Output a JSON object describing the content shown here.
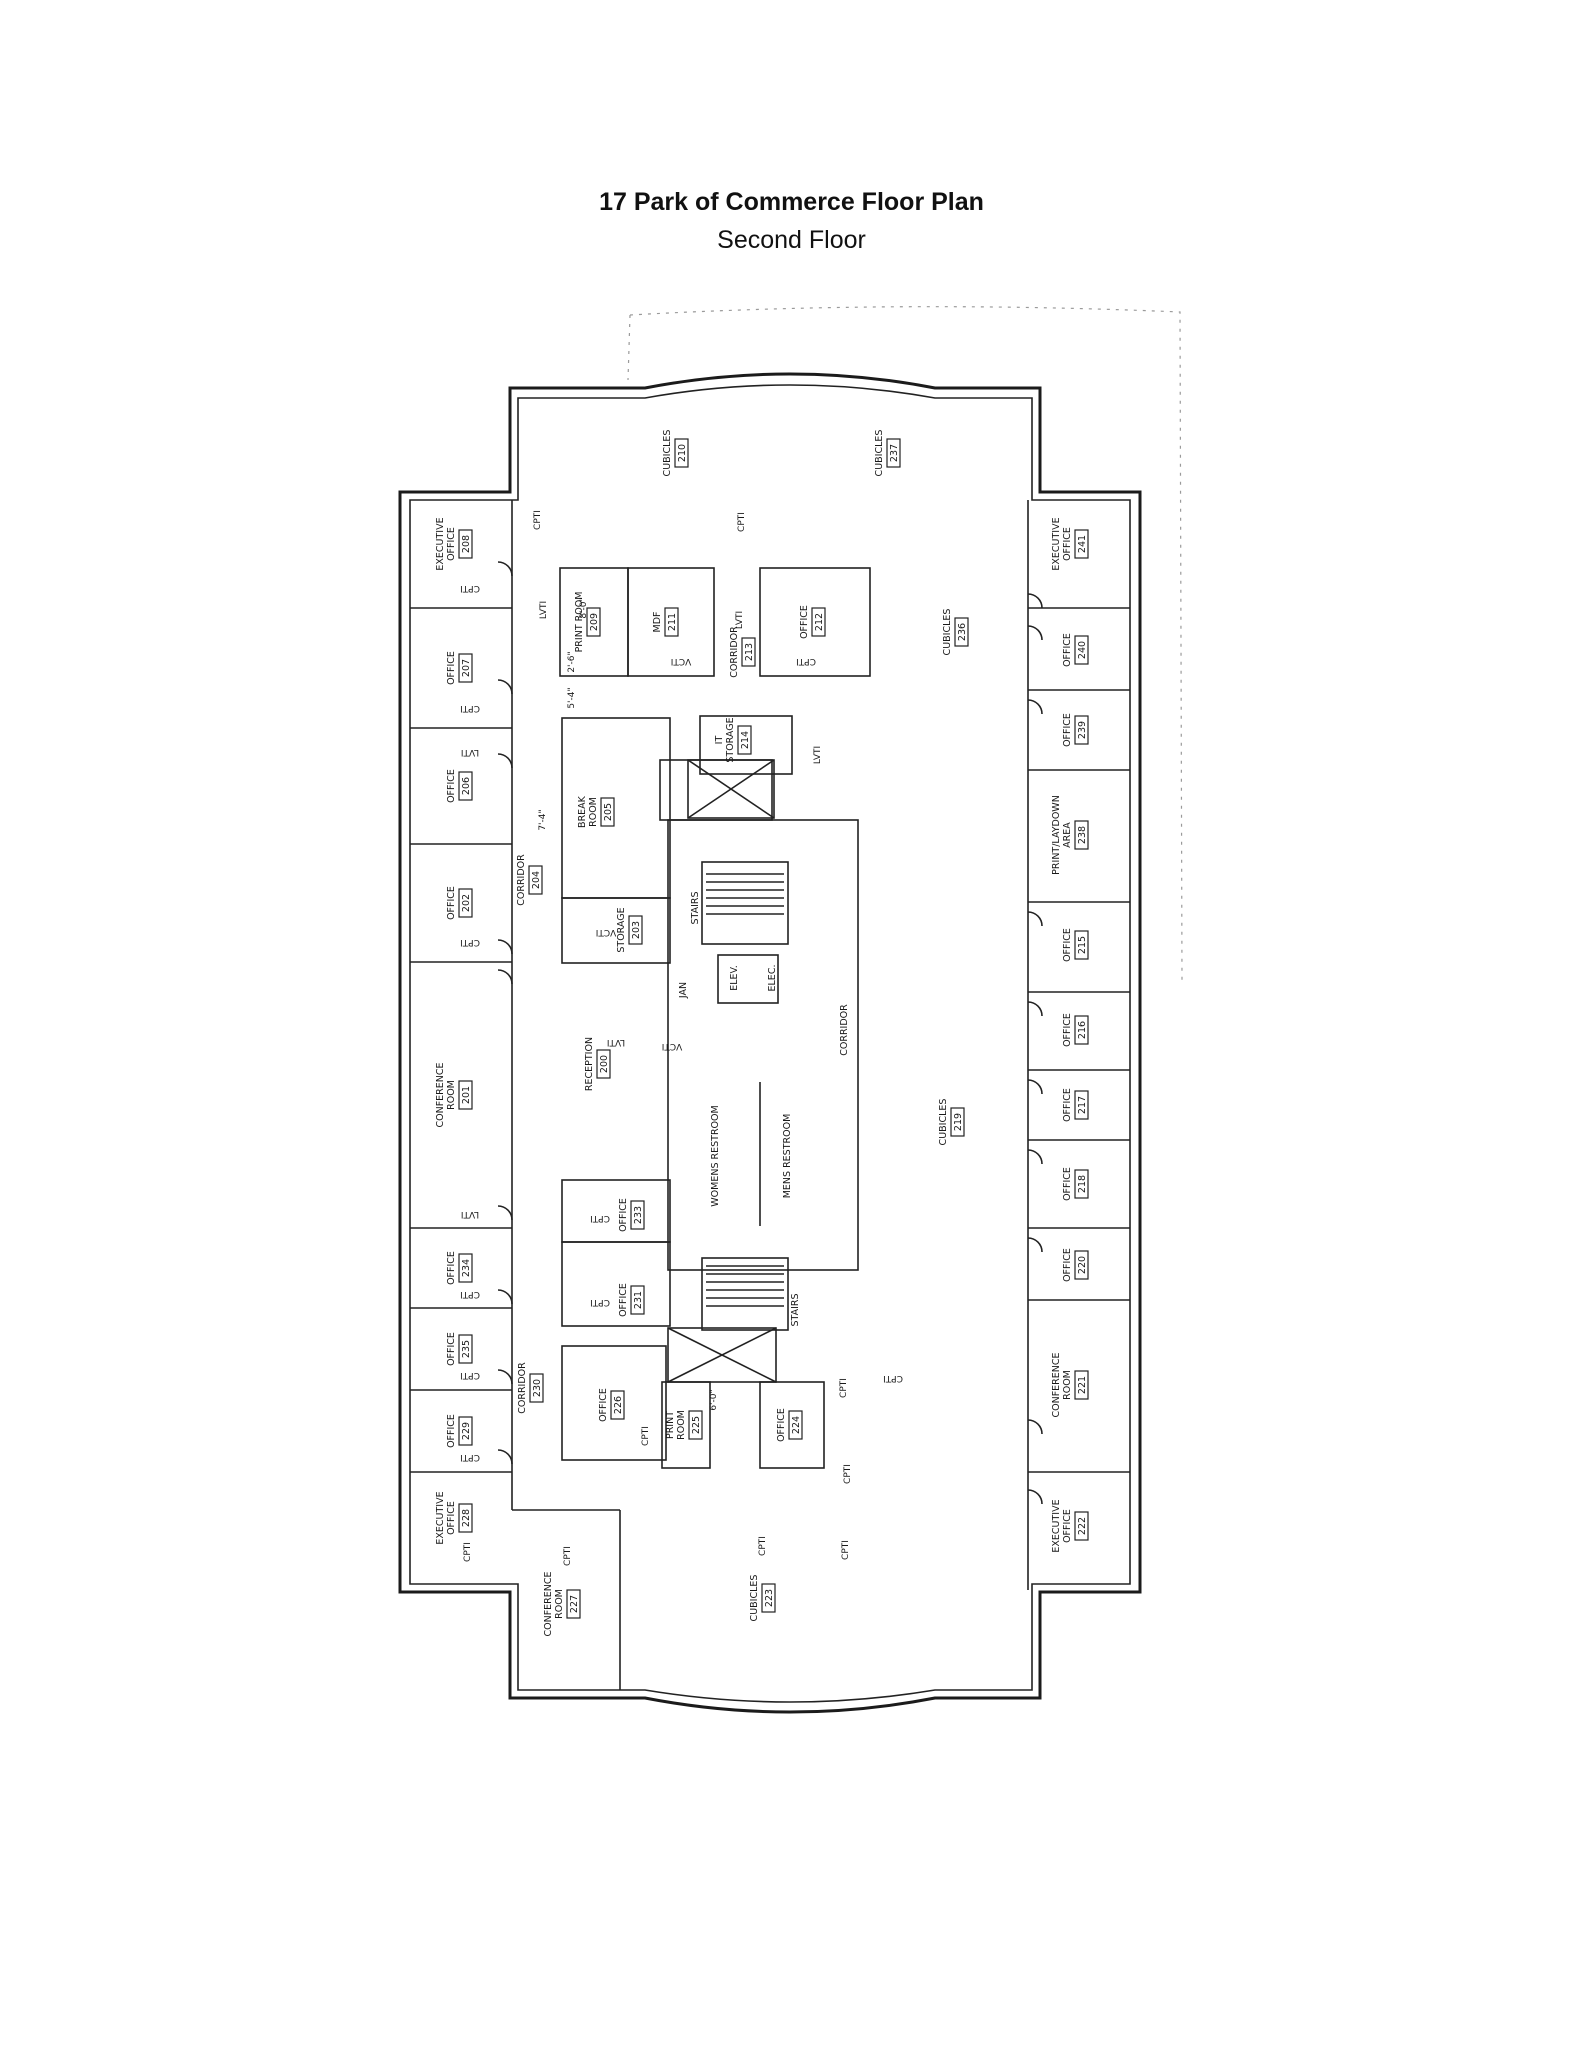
{
  "header": {
    "title": "17 Park of Commerce Floor Plan",
    "subtitle": "Second Floor"
  },
  "rooms": [
    {
      "id": "r210",
      "lines": [
        "CUBICLES"
      ],
      "num": "210"
    },
    {
      "id": "r237",
      "lines": [
        "CUBICLES"
      ],
      "num": "237"
    },
    {
      "id": "r208",
      "lines": [
        "EXECUTIVE",
        "OFFICE"
      ],
      "num": "208"
    },
    {
      "id": "r207",
      "lines": [
        "OFFICE"
      ],
      "num": "207"
    },
    {
      "id": "r206",
      "lines": [
        "OFFICE"
      ],
      "num": "206"
    },
    {
      "id": "r202",
      "lines": [
        "OFFICE"
      ],
      "num": "202"
    },
    {
      "id": "r201",
      "lines": [
        "CONFERENCE",
        "ROOM"
      ],
      "num": "201"
    },
    {
      "id": "r234",
      "lines": [
        "OFFICE"
      ],
      "num": "234"
    },
    {
      "id": "r235",
      "lines": [
        "OFFICE"
      ],
      "num": "235"
    },
    {
      "id": "r229",
      "lines": [
        "OFFICE"
      ],
      "num": "229"
    },
    {
      "id": "r228",
      "lines": [
        "EXECUTIVE",
        "OFFICE"
      ],
      "num": "228"
    },
    {
      "id": "r227",
      "lines": [
        "CONFERENCE",
        "ROOM"
      ],
      "num": "227"
    },
    {
      "id": "r223",
      "lines": [
        "CUBICLES"
      ],
      "num": "223"
    },
    {
      "id": "r209",
      "lines": [
        "PRINT ROOM"
      ],
      "num": "209"
    },
    {
      "id": "r211",
      "lines": [
        "MDF"
      ],
      "num": "211"
    },
    {
      "id": "r213",
      "lines": [
        "CORRIDOR"
      ],
      "num": "213"
    },
    {
      "id": "r212",
      "lines": [
        "OFFICE"
      ],
      "num": "212"
    },
    {
      "id": "r214",
      "lines": [
        "IT",
        "STORAGE"
      ],
      "num": "214"
    },
    {
      "id": "r205",
      "lines": [
        "BREAK",
        "ROOM"
      ],
      "num": "205"
    },
    {
      "id": "r204",
      "lines": [
        "CORRIDOR"
      ],
      "num": "204"
    },
    {
      "id": "r203",
      "lines": [
        "STORAGE"
      ],
      "num": "203"
    },
    {
      "id": "r200",
      "lines": [
        "RECEPTION"
      ],
      "num": "200"
    },
    {
      "id": "r233",
      "lines": [
        "OFFICE"
      ],
      "num": "233"
    },
    {
      "id": "r231",
      "lines": [
        "OFFICE"
      ],
      "num": "231"
    },
    {
      "id": "r230",
      "lines": [
        "CORRIDOR"
      ],
      "num": "230"
    },
    {
      "id": "r226",
      "lines": [
        "OFFICE"
      ],
      "num": "226"
    },
    {
      "id": "r225",
      "lines": [
        "PRINT",
        "ROOM"
      ],
      "num": "225"
    },
    {
      "id": "r224",
      "lines": [
        "OFFICE"
      ],
      "num": "224"
    },
    {
      "id": "r236",
      "lines": [
        "CUBICLES"
      ],
      "num": "236"
    },
    {
      "id": "r241",
      "lines": [
        "EXECUTIVE",
        "OFFICE"
      ],
      "num": "241"
    },
    {
      "id": "r240",
      "lines": [
        "OFFICE"
      ],
      "num": "240"
    },
    {
      "id": "r239",
      "lines": [
        "OFFICE"
      ],
      "num": "239"
    },
    {
      "id": "r238",
      "lines": [
        "PRINT/LAYDOWN",
        "AREA"
      ],
      "num": "238"
    },
    {
      "id": "r215",
      "lines": [
        "OFFICE"
      ],
      "num": "215"
    },
    {
      "id": "r216",
      "lines": [
        "OFFICE"
      ],
      "num": "216"
    },
    {
      "id": "r217",
      "lines": [
        "OFFICE"
      ],
      "num": "217"
    },
    {
      "id": "r218",
      "lines": [
        "OFFICE"
      ],
      "num": "218"
    },
    {
      "id": "r219",
      "lines": [
        "CUBICLES"
      ],
      "num": "219"
    },
    {
      "id": "r220",
      "lines": [
        "OFFICE"
      ],
      "num": "220"
    },
    {
      "id": "r221",
      "lines": [
        "CONFERENCE",
        "ROOM"
      ],
      "num": "221"
    },
    {
      "id": "r222",
      "lines": [
        "EXECUTIVE",
        "OFFICE"
      ],
      "num": "222"
    }
  ],
  "core_labels": [
    {
      "id": "stairs-top",
      "text": "STAIRS"
    },
    {
      "id": "elev",
      "text": "ELEV."
    },
    {
      "id": "elec",
      "text": "ELEC."
    },
    {
      "id": "jan",
      "text": "JAN"
    },
    {
      "id": "core-corridor",
      "text": "CORRIDOR"
    },
    {
      "id": "womens",
      "text": "WOMENS RESTROOM"
    },
    {
      "id": "mens",
      "text": "MENS RESTROOM"
    },
    {
      "id": "stairs-bottom",
      "text": "STAIRS"
    }
  ],
  "notes": [
    {
      "id": "n1",
      "text": "CPTI"
    },
    {
      "id": "n2",
      "text": "CPTI"
    },
    {
      "id": "n3",
      "text": "LVTI"
    },
    {
      "id": "n4",
      "text": "LVTI"
    },
    {
      "id": "n5",
      "text": "VCTI"
    },
    {
      "id": "n6",
      "text": "CPTI"
    },
    {
      "id": "n7",
      "text": "LVTI"
    },
    {
      "id": "n8",
      "text": "VCTI"
    },
    {
      "id": "n9",
      "text": "LVTI"
    },
    {
      "id": "n10",
      "text": "CPTI"
    },
    {
      "id": "n11",
      "text": "LVTI"
    },
    {
      "id": "n12",
      "text": "CPTI"
    },
    {
      "id": "n13",
      "text": "LVTI"
    },
    {
      "id": "n14",
      "text": "CPTI"
    },
    {
      "id": "n15",
      "text": "CPTI"
    },
    {
      "id": "n16",
      "text": "CPTI"
    },
    {
      "id": "n17",
      "text": "CPTI"
    },
    {
      "id": "n18",
      "text": "CPTI"
    },
    {
      "id": "n19",
      "text": "CPTI"
    },
    {
      "id": "n20",
      "text": "CPTI"
    },
    {
      "id": "n21",
      "text": "CPTI"
    },
    {
      "id": "n22",
      "text": "CPTI"
    },
    {
      "id": "n23",
      "text": "CPTI"
    },
    {
      "id": "n24",
      "text": "CPTI"
    },
    {
      "id": "n25",
      "text": "CPTI"
    },
    {
      "id": "n26",
      "text": "CPTI"
    },
    {
      "id": "n27",
      "text": "VCTI"
    },
    {
      "id": "n28",
      "text": "CPTI"
    }
  ],
  "dimensions": [
    {
      "id": "d1",
      "text": "8'-0\""
    },
    {
      "id": "d2",
      "text": "2'-6\""
    },
    {
      "id": "d3",
      "text": "5'-4\""
    },
    {
      "id": "d4",
      "text": "7'-4\""
    },
    {
      "id": "d5",
      "text": "6'-0\""
    }
  ]
}
